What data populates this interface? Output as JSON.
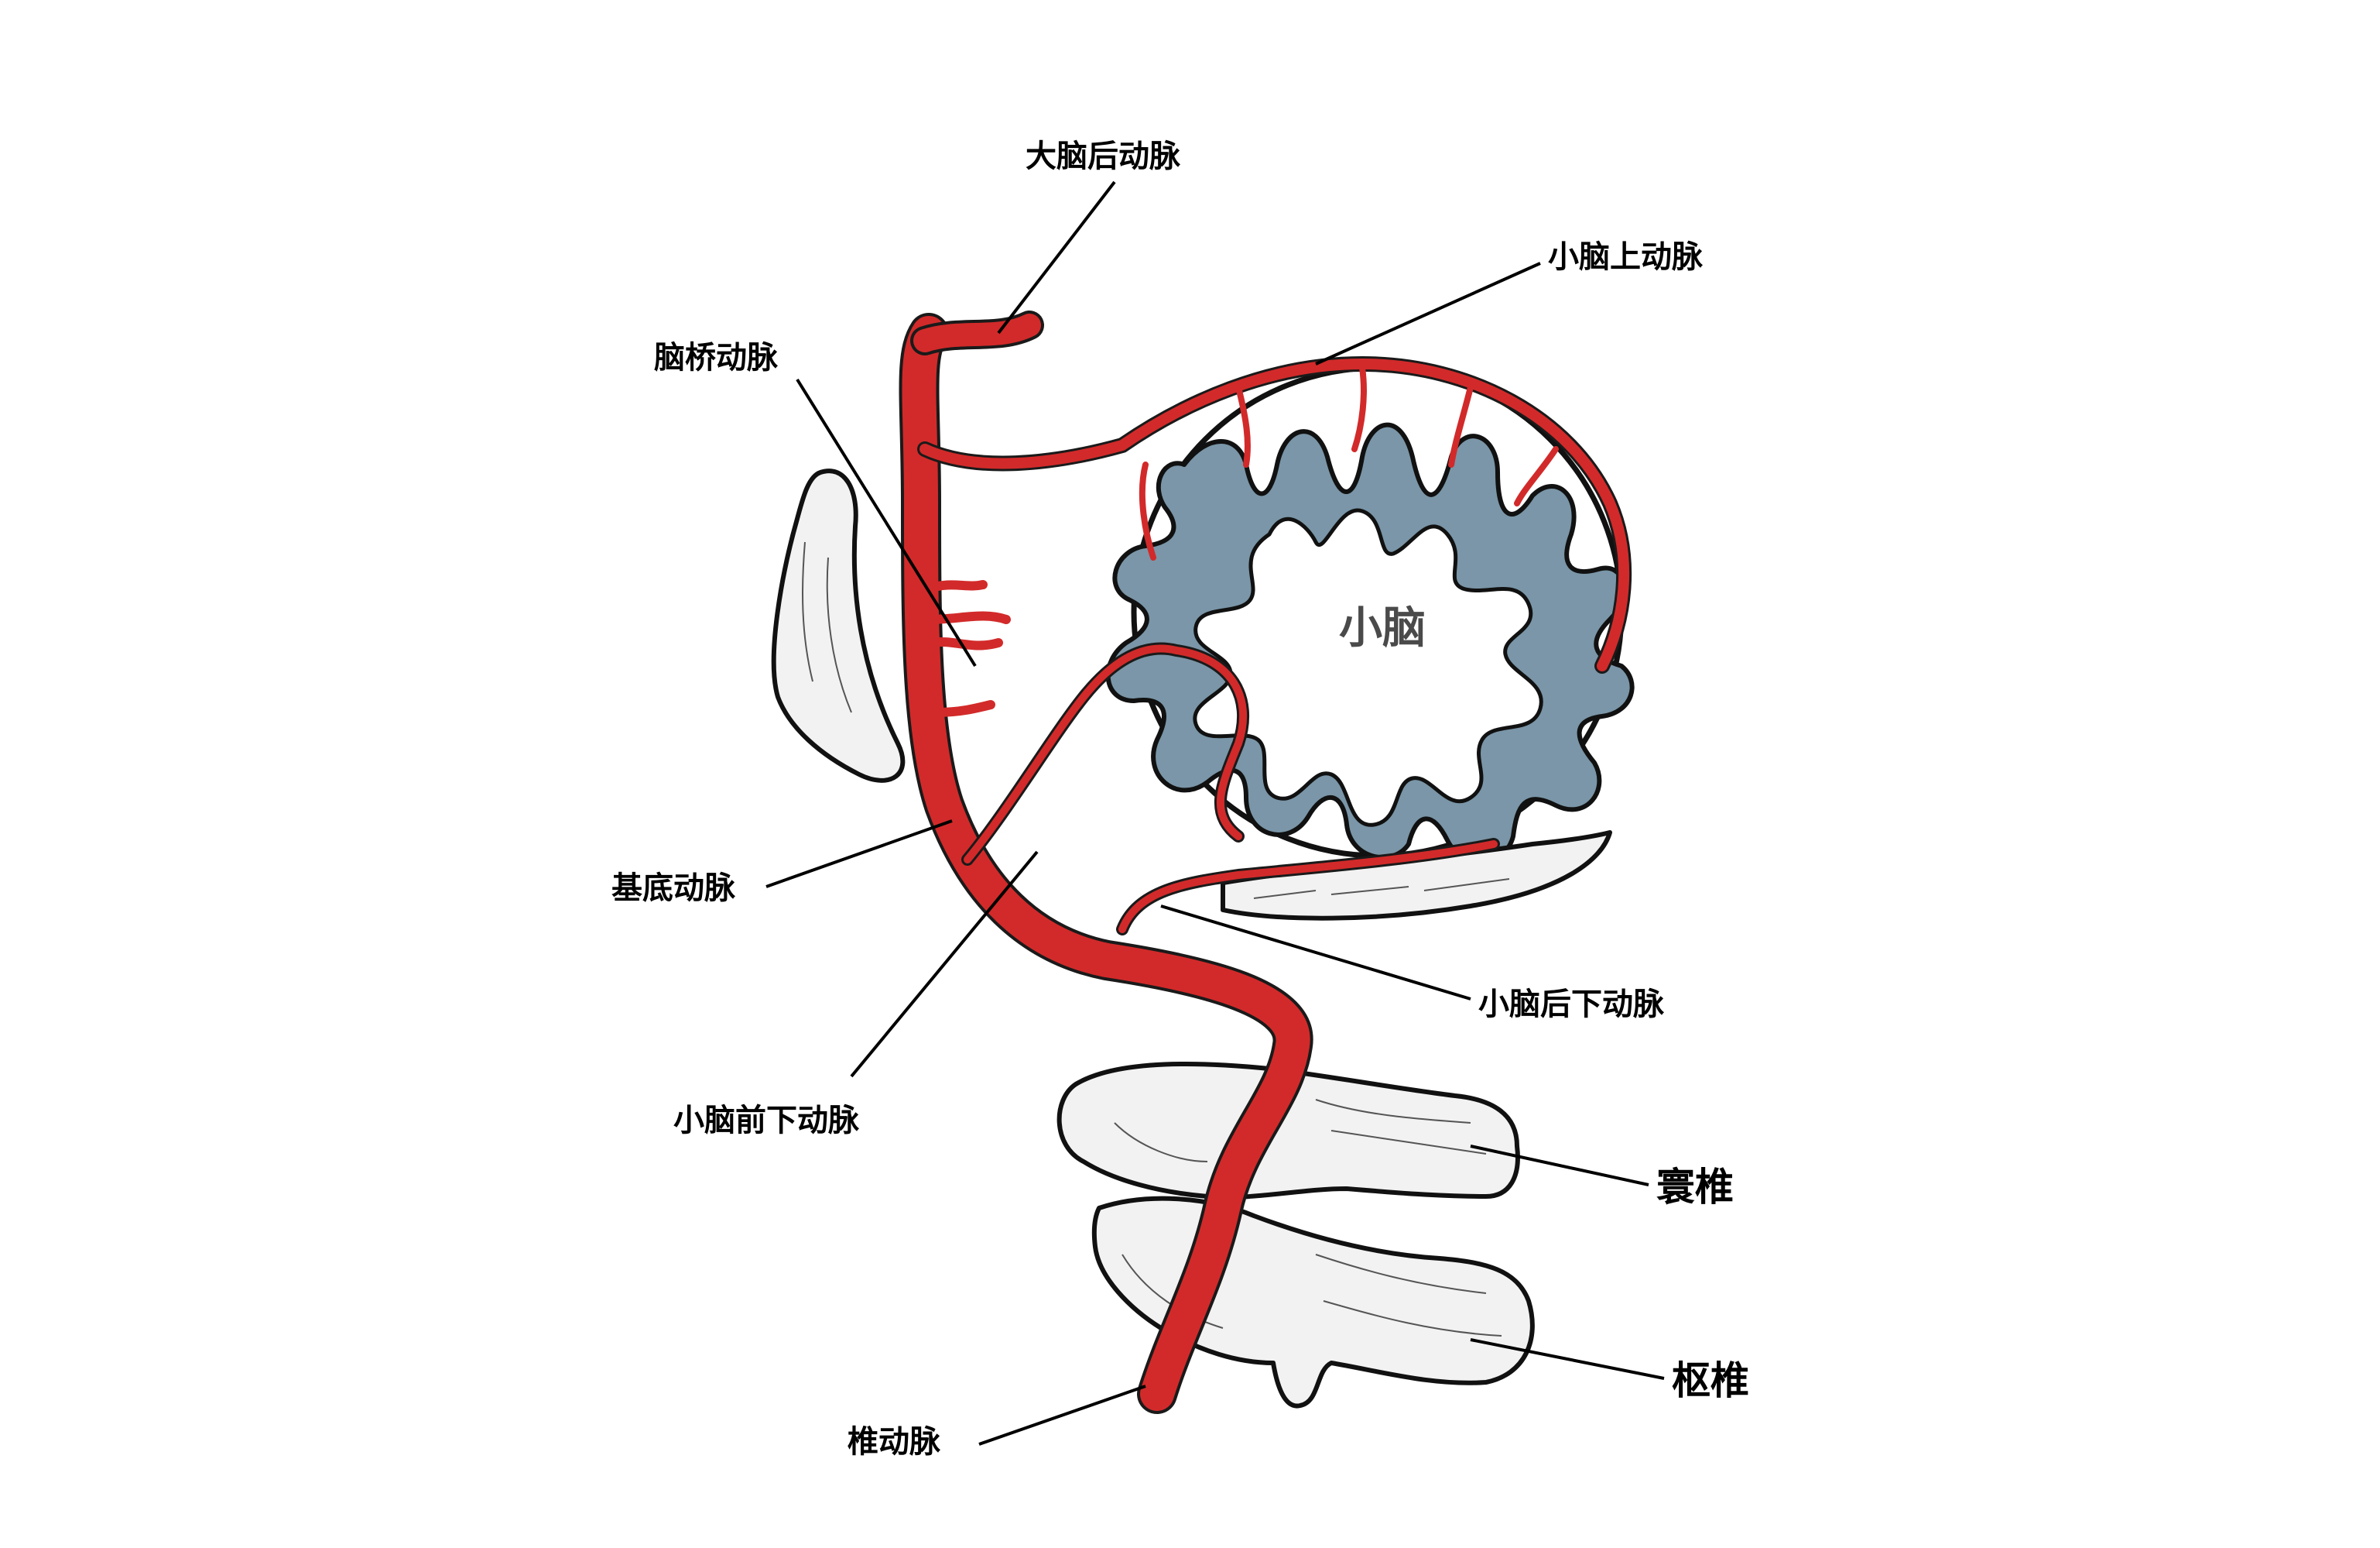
{
  "labels": {
    "posterior_cerebral_artery": "大脑后动脉",
    "superior_cerebellar_artery": "小脑上动脉",
    "pontine_arteries": "脑桥动脉",
    "cerebellum": "小脑",
    "basilar_artery": "基底动脉",
    "posterior_inferior_cerebellar_artery": "小脑后下动脉",
    "anterior_inferior_cerebellar_artery": "小脑前下动脉",
    "atlas": "寰椎",
    "axis": "枢椎",
    "vertebral_artery": "椎动脉"
  },
  "colors": {
    "artery": "#d22a2a",
    "cerebellum": "#7a96a8",
    "bone": "#f2f2f2",
    "outline": "#111111"
  }
}
